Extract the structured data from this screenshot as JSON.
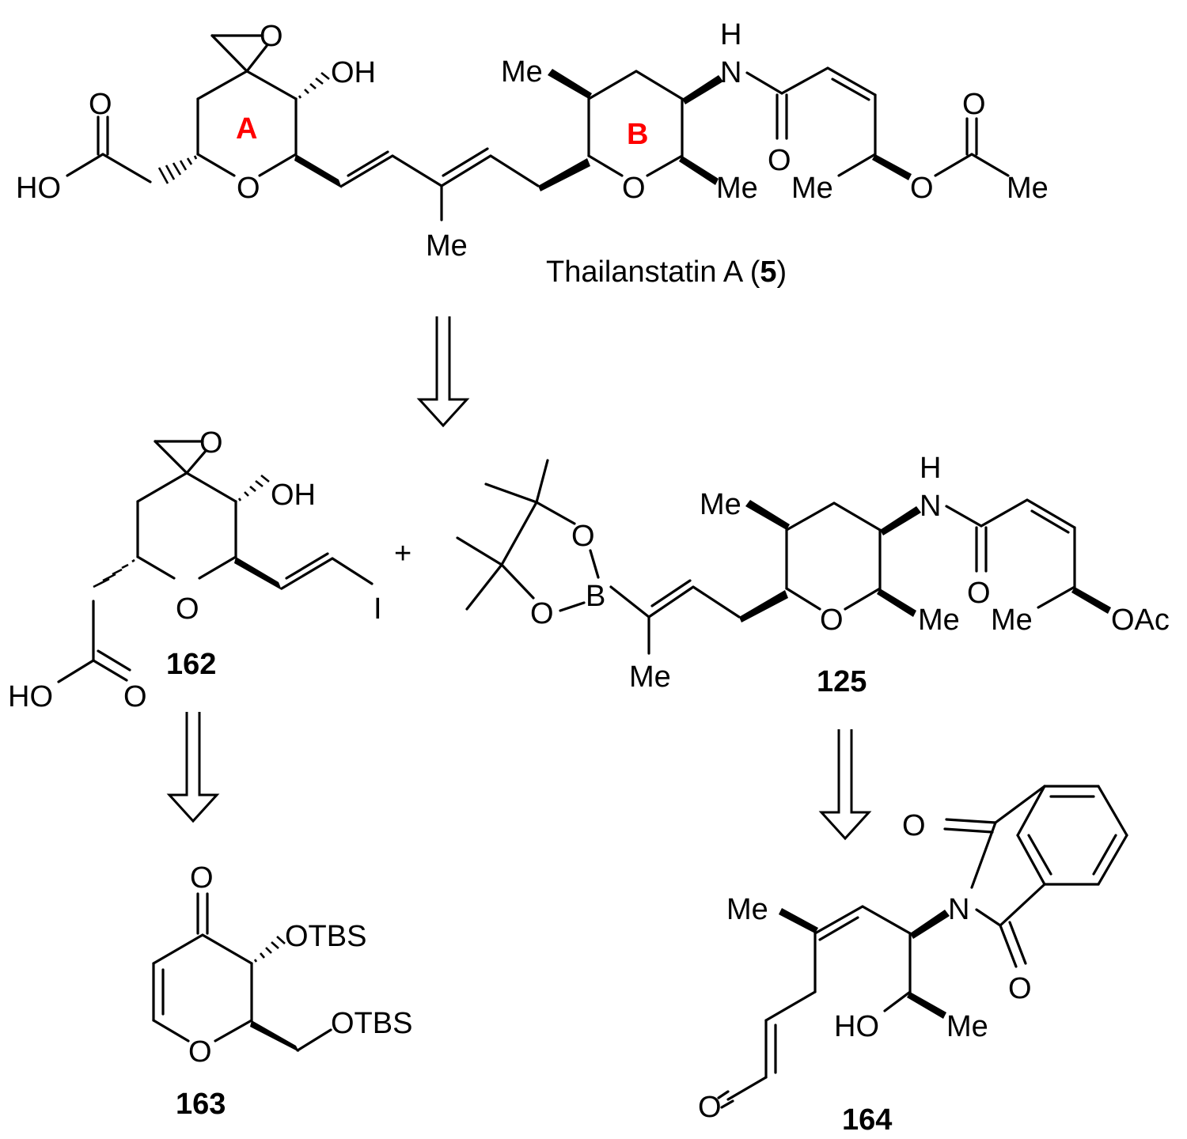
{
  "compounds": {
    "thailanstatin": {
      "name_text": "Thailanstatin A  (",
      "number": "5",
      "close": ")",
      "ring_a": "A",
      "ring_b": "B",
      "atoms": {
        "o_epoxide": "O",
        "oh": "OH",
        "o_acid_carbonyl": "O",
        "ho_acid": "HO",
        "o_ring_a": "O",
        "me_vinyl": "Me",
        "me_ring_b": "Me",
        "h_amide": "H",
        "n_amide": "N",
        "o_amide": "O",
        "o_ring_b": "O",
        "me_ring_b_low": "Me",
        "me_side": "Me",
        "o_ester": "O",
        "o_acetyl": "O",
        "me_acetyl": "Me"
      }
    },
    "c162": {
      "number": "162",
      "atoms": {
        "o_epoxide": "O",
        "oh": "OH",
        "o_ring": "O",
        "iodine": "I",
        "ho": "HO",
        "o_carbonyl": "O"
      }
    },
    "c125": {
      "number": "125",
      "atoms": {
        "o_pin_top": "O",
        "boron": "B",
        "o_pin_bottom": "O",
        "me_vinyl": "Me",
        "me_ring": "Me",
        "h_amide": "H",
        "n_amide": "N",
        "o_amide": "O",
        "o_ring": "O",
        "me_ring_low": "Me",
        "me_side": "Me",
        "oac": "OAc"
      }
    },
    "c163": {
      "number": "163",
      "atoms": {
        "o_ketone": "O",
        "otbs_1": "OTBS",
        "otbs_2": "OTBS",
        "o_ring": "O"
      }
    },
    "c164": {
      "number": "164",
      "atoms": {
        "me": "Me",
        "n_imide": "N",
        "o_imide_top": "O",
        "o_imide_bottom": "O",
        "ho": "HO",
        "me_low": "Me",
        "o_aldehyde": "O"
      }
    }
  },
  "plus_sign": "+",
  "colors": {
    "ring_label": "#ff0000",
    "ink": "#000000"
  },
  "arrows": [
    "retrosynthesis-arrow-top",
    "retrosynthesis-arrow-162",
    "retrosynthesis-arrow-125"
  ]
}
